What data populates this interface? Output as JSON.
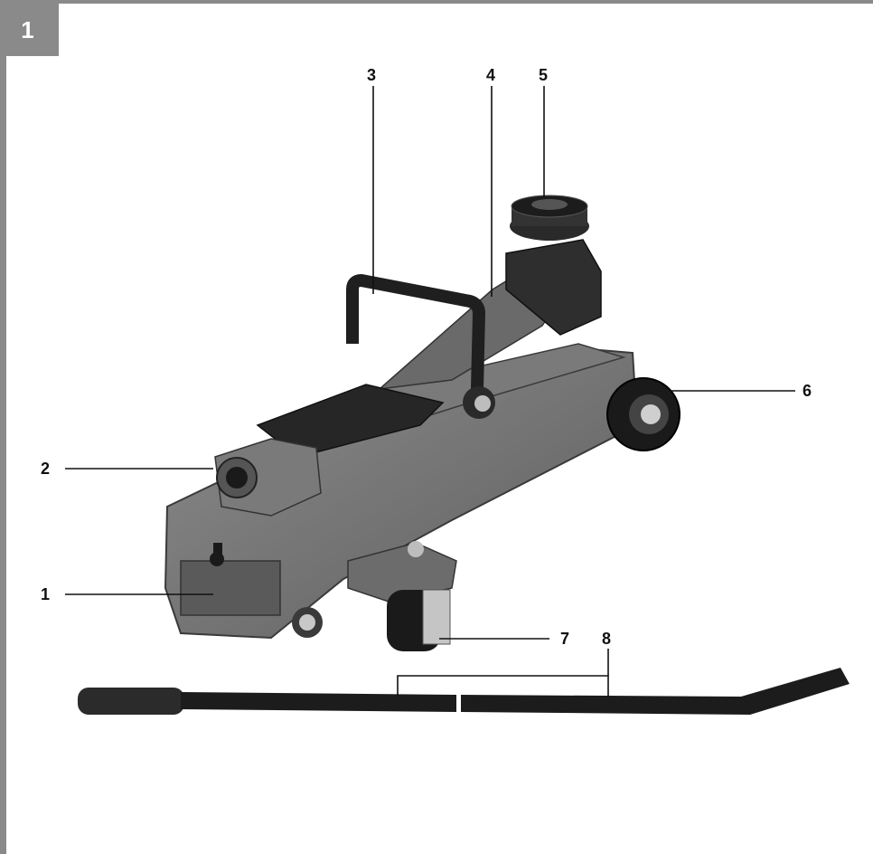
{
  "figure": {
    "number": "1"
  },
  "callouts": {
    "c1": "1",
    "c2": "2",
    "c3": "3",
    "c4": "4",
    "c5": "5",
    "c6": "6",
    "c7": "7",
    "c8": "8"
  },
  "colors": {
    "frame": "#8a8a8a",
    "jack_body": "#6f6f6f",
    "jack_dark": "#2a2a2a",
    "metal": "#bdbdbd"
  }
}
